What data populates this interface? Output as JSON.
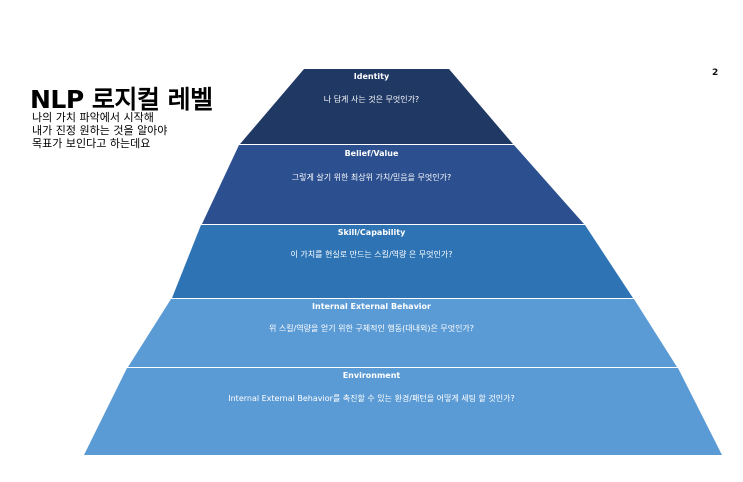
{
  "slide": {
    "number": "2",
    "title": "NLP 로지컬 레벨",
    "subtitle_lines": [
      "나의 가치 파악에서 시작해",
      "내가 진정 원하는 것을 알아야",
      "목표가 보인다고 하는데요"
    ]
  },
  "pyramid": {
    "levels": [
      {
        "name": "Identity",
        "question": "나 답게 사는 것은 무엇인가?",
        "color": "#1f3864"
      },
      {
        "name": "Belief/Value",
        "question": "그렇게 살기 위한 최상위 가치/믿음을 무엇인가?",
        "color": "#2b4f8f"
      },
      {
        "name": "Skill/Capability",
        "question": "이 가치를 현실로 만드는 스킬/역량 은 무엇인가?",
        "color": "#2e74b5"
      },
      {
        "name": "Internal External Behavior",
        "question": "위 스킬/역량을 얻기 위한 구체적인 행동(대내외)은 무엇인가?",
        "color": "#5b9bd5"
      },
      {
        "name": "Environment",
        "question": "Internal External Behavior를 촉진할 수 있는 환경/패턴을 어떻게 세팅 할 것인가?",
        "color": "#5b9bd5"
      }
    ]
  }
}
